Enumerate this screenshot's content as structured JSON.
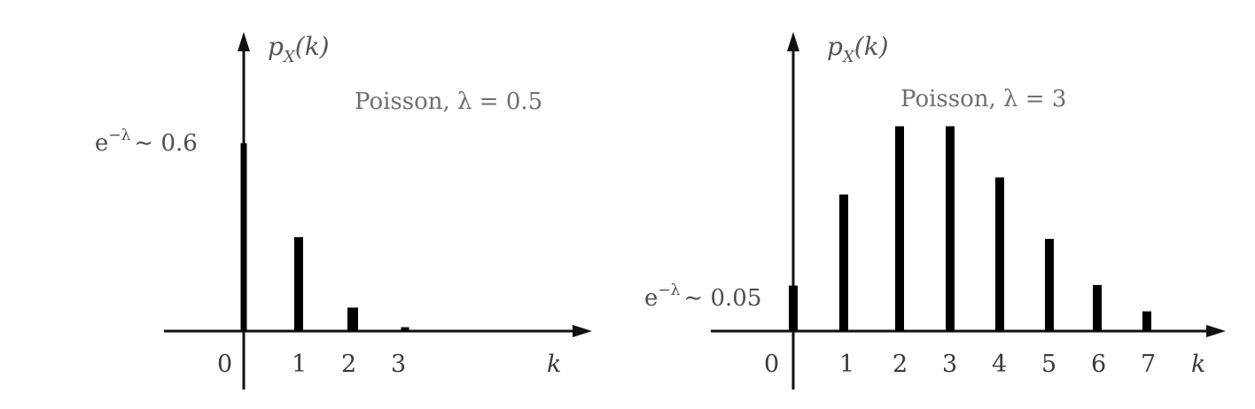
{
  "chart_data": [
    {
      "type": "bar",
      "title": "Poisson,  λ = 0.5",
      "ylabel": "p",
      "ylabel_sub": "X",
      "ylabel_arg": "(k)",
      "xlabel": "k",
      "annotation": {
        "base": "e",
        "sup": "−λ",
        "rest": "∼ 0.6"
      },
      "categories": [
        "0",
        "1",
        "2",
        "3"
      ],
      "values": [
        0.6065,
        0.3033,
        0.0758,
        0.0126
      ],
      "ylim": [
        0,
        0.85
      ],
      "color": "#000000"
    },
    {
      "type": "bar",
      "title": "Poisson,  λ = 3",
      "ylabel": "p",
      "ylabel_sub": "X",
      "ylabel_arg": "(k)",
      "xlabel": "k",
      "annotation": {
        "base": "e",
        "sup": "−λ",
        "rest": "∼ 0.05"
      },
      "categories": [
        "0",
        "1",
        "2",
        "3",
        "4",
        "5",
        "6",
        "7"
      ],
      "values": [
        0.0498,
        0.1494,
        0.224,
        0.224,
        0.168,
        0.1008,
        0.0504,
        0.0216
      ],
      "ylim": [
        0,
        0.27
      ],
      "color": "#000000"
    }
  ]
}
